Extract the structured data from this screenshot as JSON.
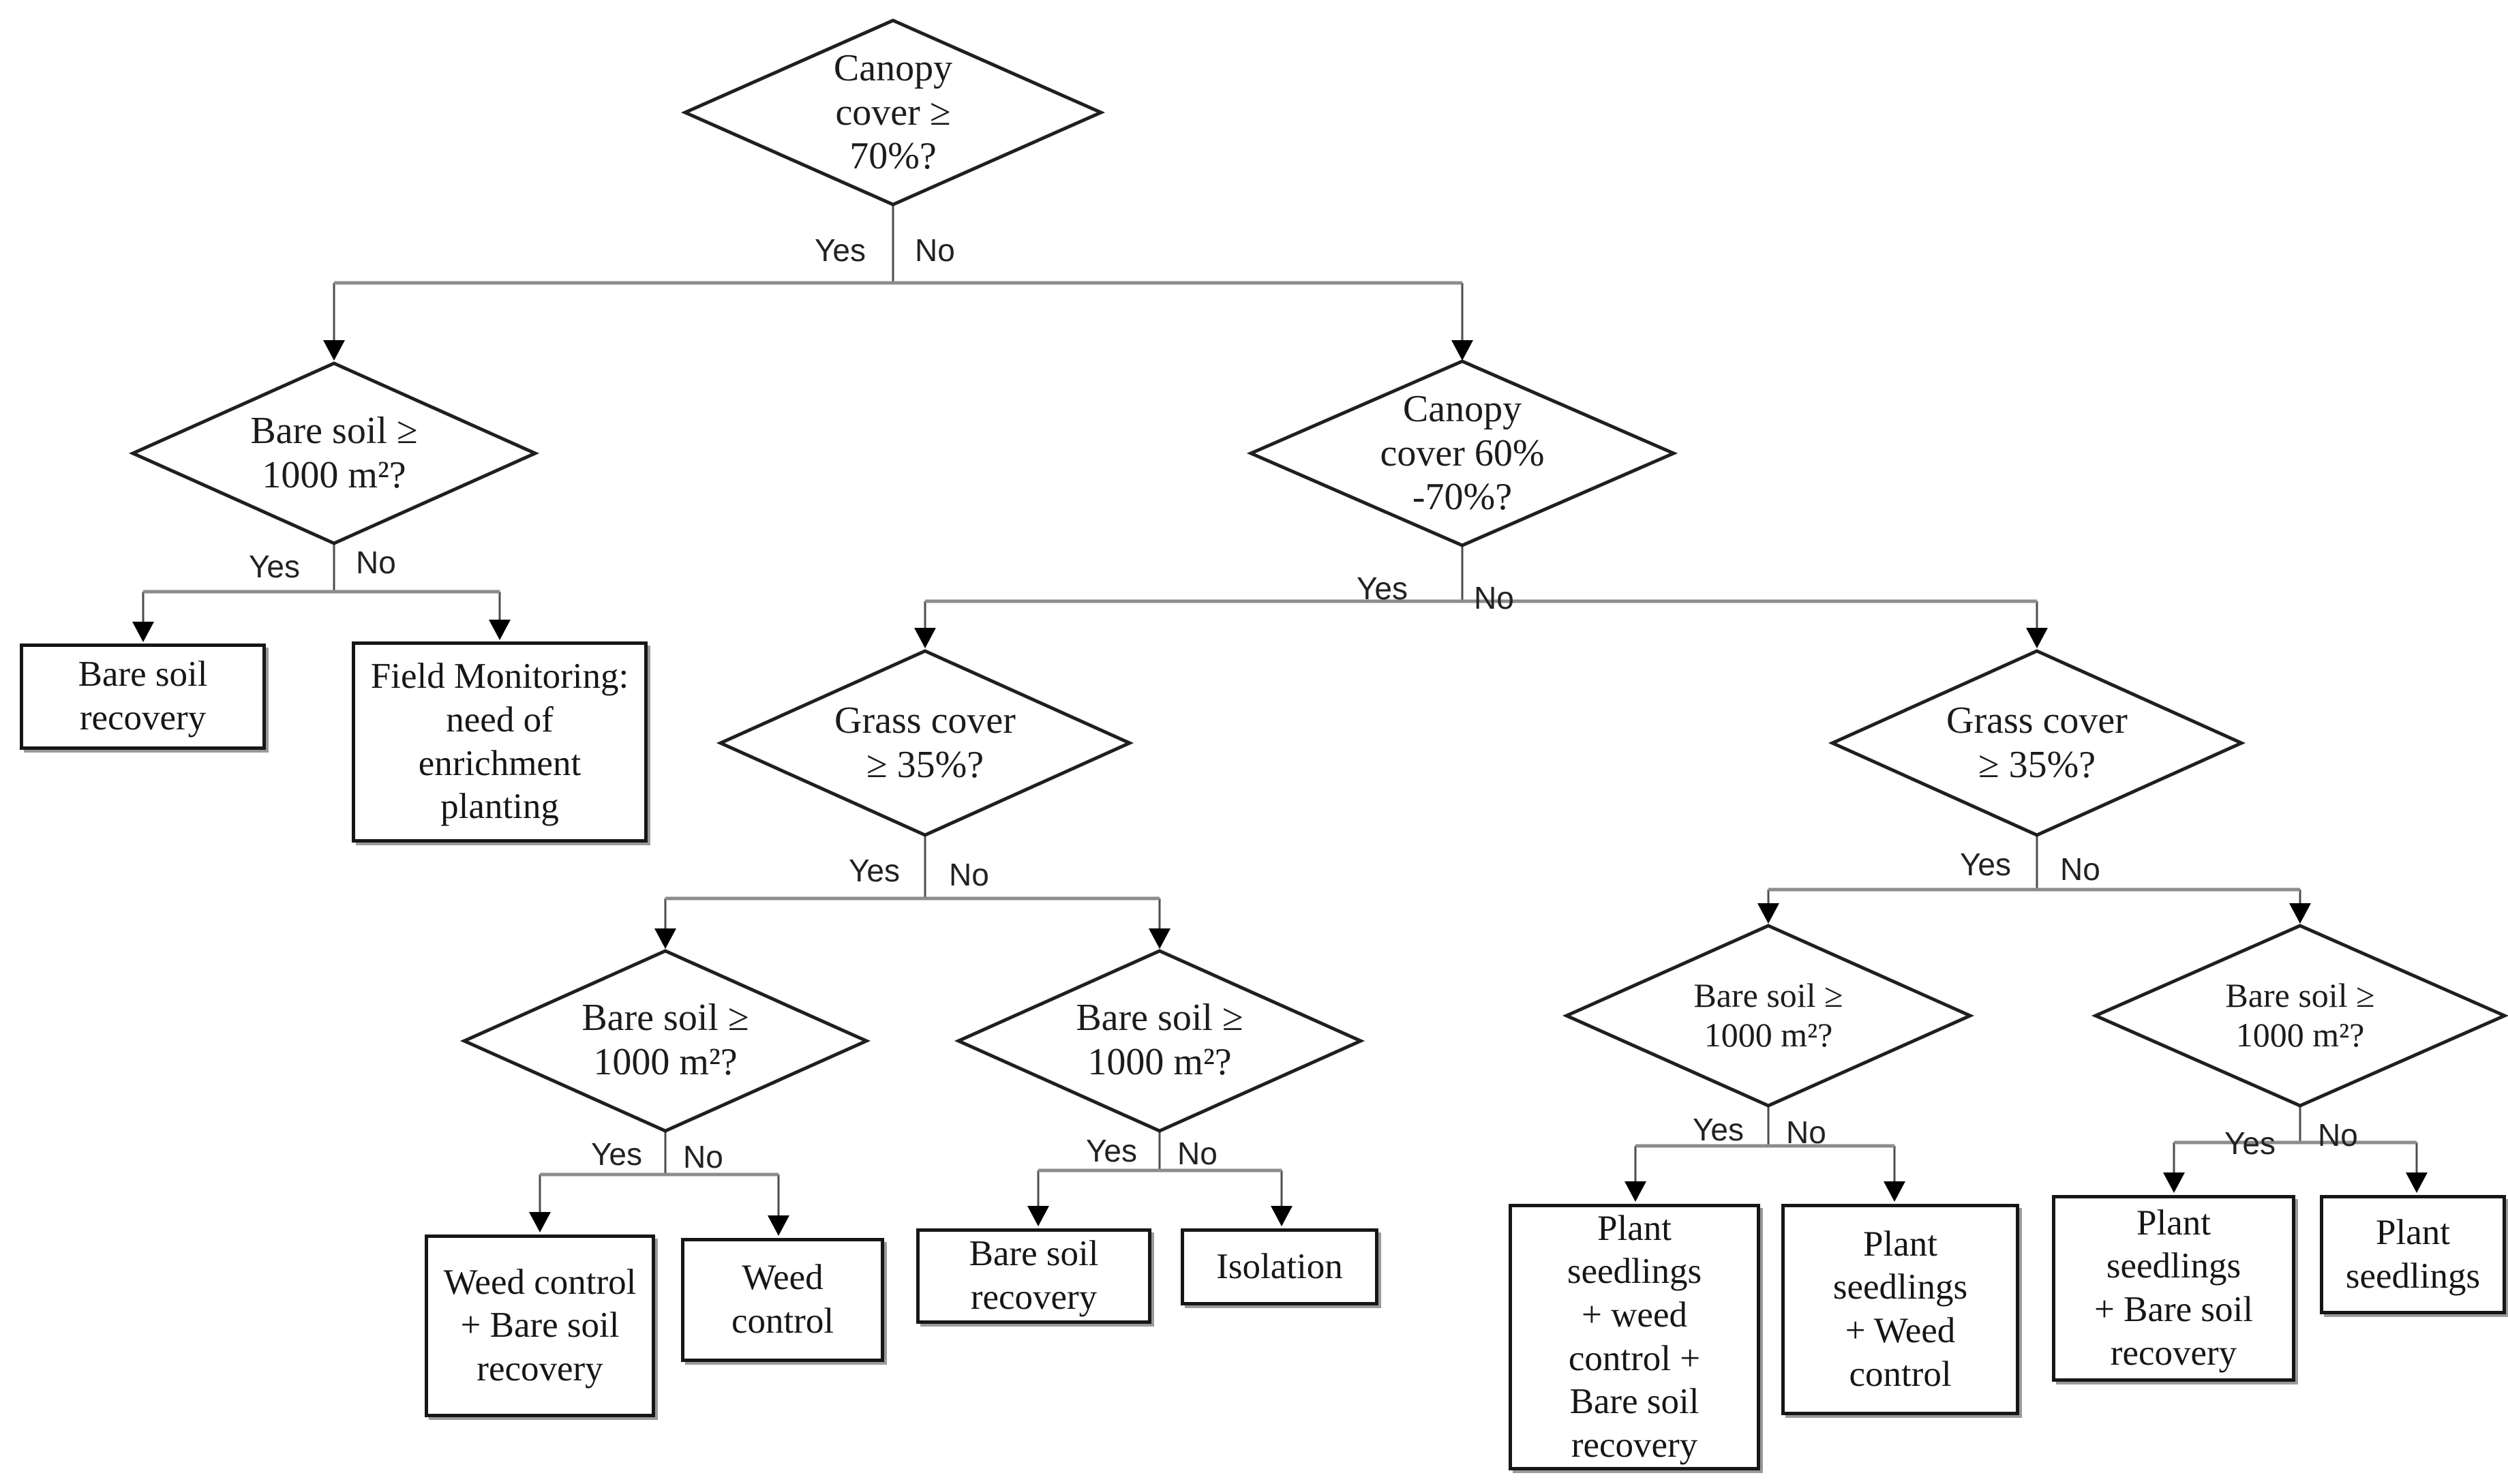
{
  "edge": {
    "yes": "Yes",
    "no": "No"
  },
  "decisions": {
    "canopy70": "Canopy\ncover ≥\n70%?",
    "bare_soil_left": "Bare soil ≥\n1000 m²?",
    "canopy60_70": "Canopy\ncover 60%\n-70%?",
    "grass_mid": "Grass cover\n≥ 35%?",
    "grass_right": "Grass cover\n≥ 35%?",
    "bare_soil_mid_yes": "Bare soil ≥\n1000 m²?",
    "bare_soil_mid_no": "Bare soil ≥\n1000 m²?",
    "bare_soil_right_yes": "Bare soil ≥\n1000 m²?",
    "bare_soil_right_no": "Bare soil ≥\n1000 m²?"
  },
  "outcomes": {
    "bare_soil_recovery_left": "Bare soil\nrecovery",
    "field_monitoring": "Field Monitoring:\nneed of\nenrichment\nplanting",
    "weed_control_bare_soil": "Weed control\n+ Bare soil\nrecovery",
    "weed_control": "Weed\ncontrol",
    "bare_soil_recovery_mid": "Bare soil\nrecovery",
    "isolation": "Isolation",
    "plant_weed_bare": "Plant\nseedlings\n+ weed\ncontrol +\nBare soil\nrecovery",
    "plant_weed": "Plant\nseedlings\n+ Weed\ncontrol",
    "plant_bare": "Plant\nseedlings\n+ Bare soil\nrecovery",
    "plant": "Plant\nseedlings"
  }
}
